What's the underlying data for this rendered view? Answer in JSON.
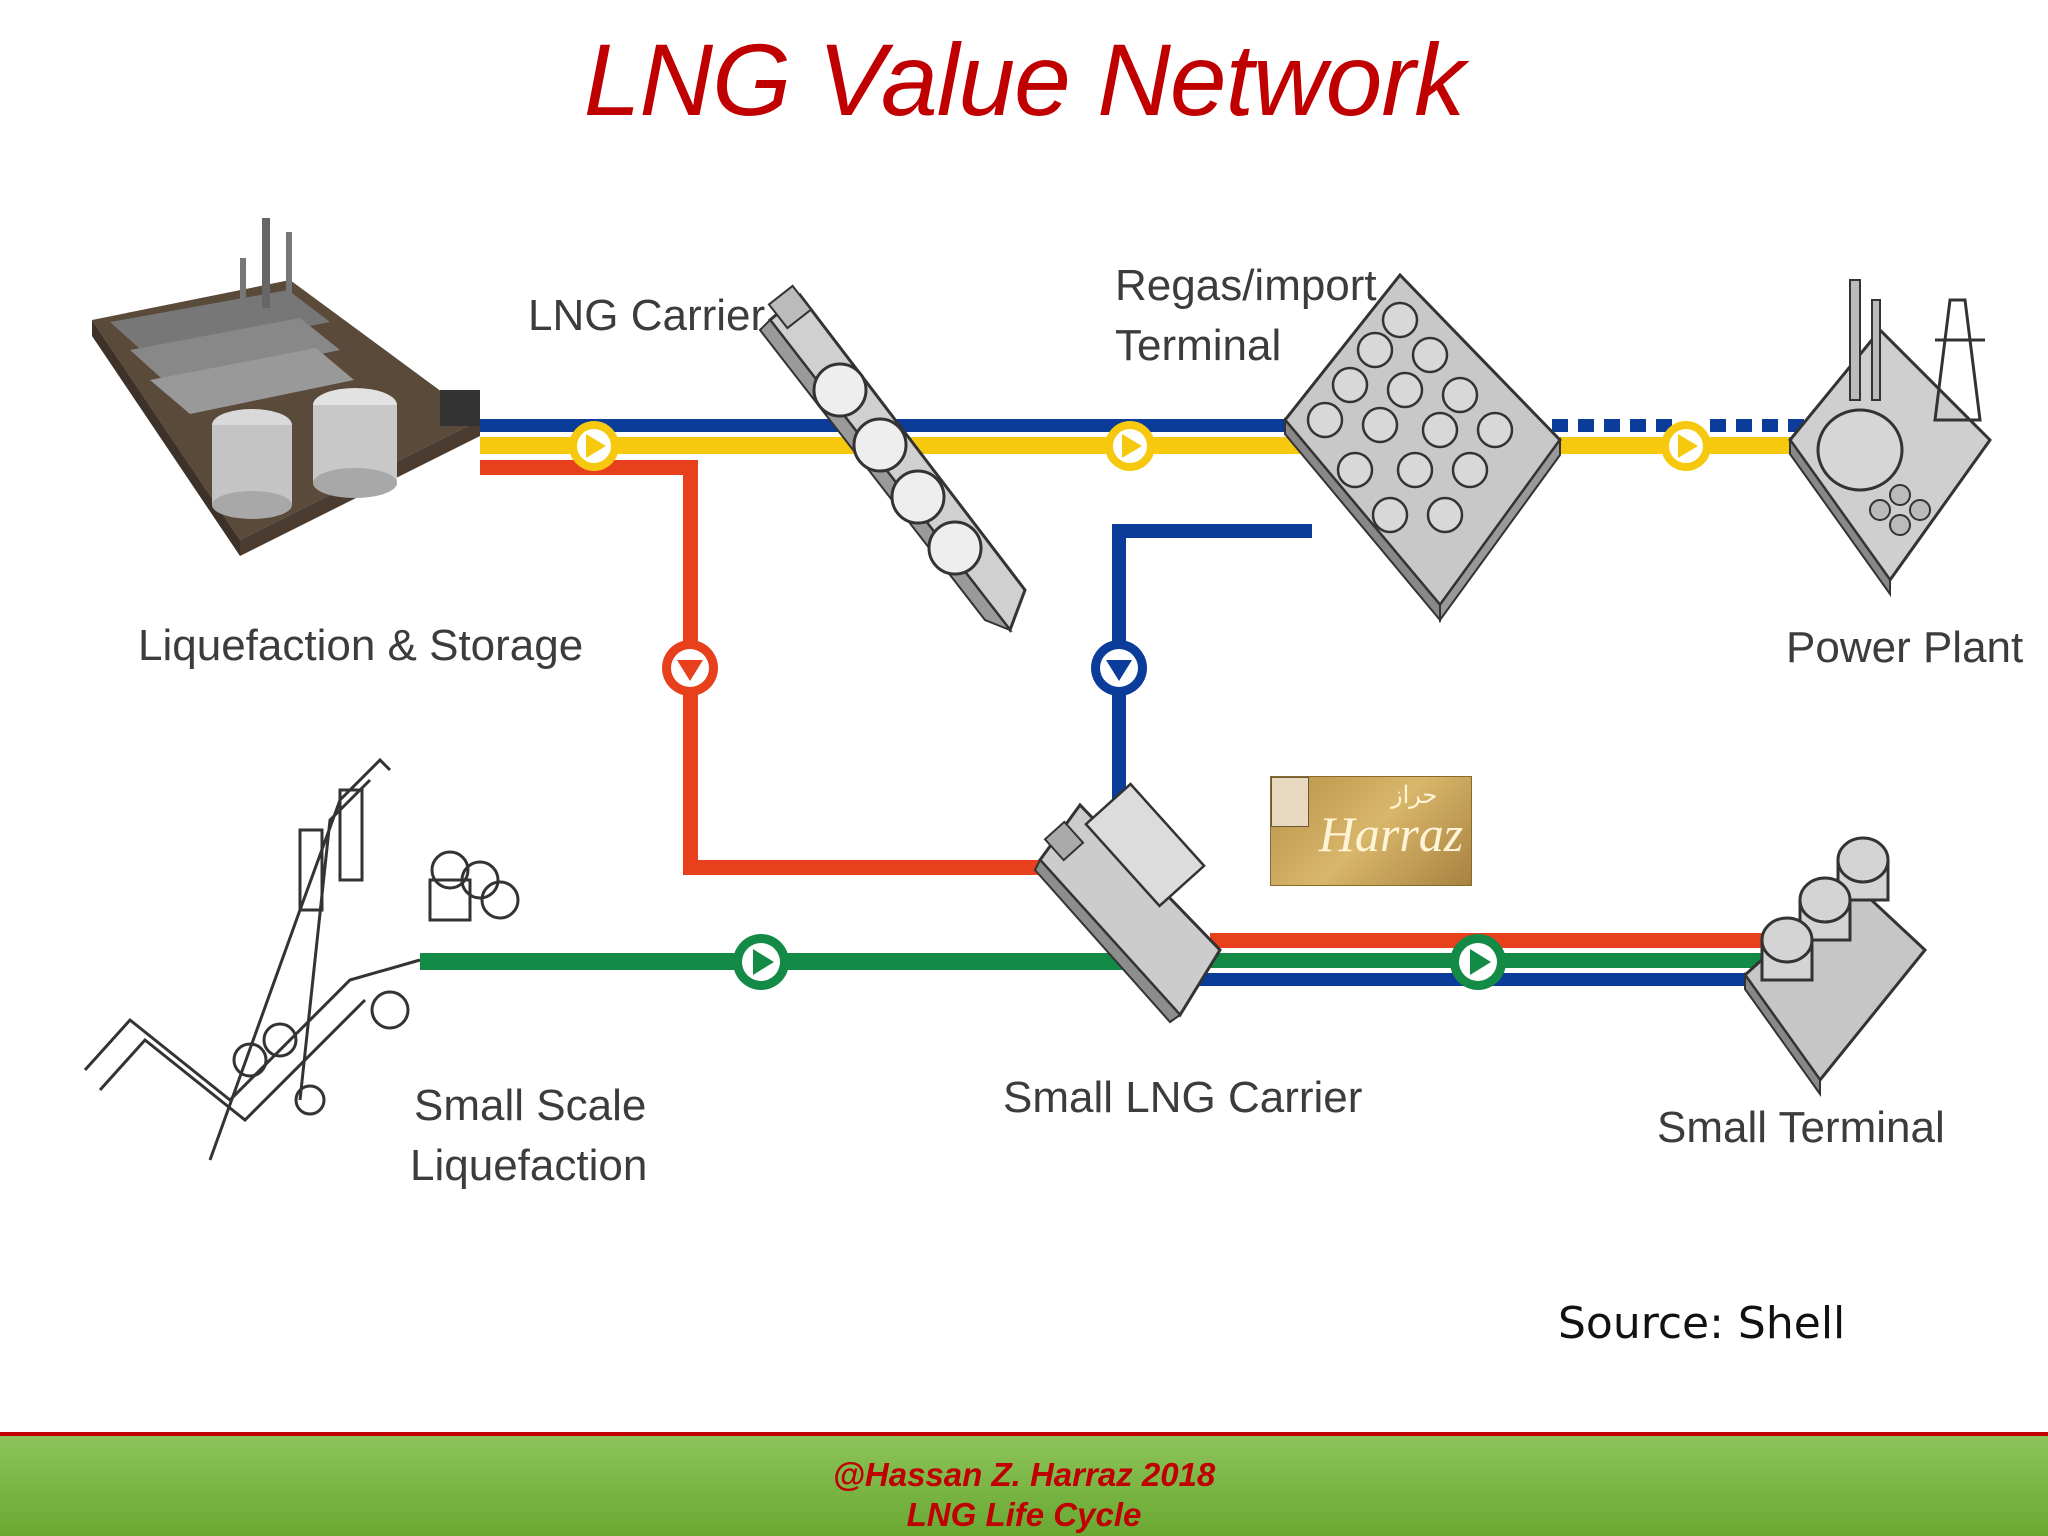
{
  "slide": {
    "title": "LNG Value Network",
    "source": "Source: Shell",
    "footer": {
      "line1": "@Hassan Z. Harraz 2018",
      "line2": "LNG Life Cycle"
    }
  },
  "diagram": {
    "nodes": {
      "liquefaction_storage": "Liquefaction & Storage",
      "lng_carrier": "LNG Carrier",
      "regas_line1": "Regas/import",
      "regas_line2": "Terminal",
      "power_plant": "Power Plant",
      "small_scale_line1": "Small Scale",
      "small_scale_line2": "Liquefaction",
      "small_lng_carrier": "Small LNG Carrier",
      "small_terminal": "Small Terminal"
    },
    "logo": {
      "text": "Harraz",
      "arabic": "حراز"
    },
    "colors": {
      "blue": "#0b3c9a",
      "yellow": "#f6c90e",
      "red": "#e8401c",
      "green": "#138a45",
      "title": "#c00000",
      "footer_green": "#7ab648"
    }
  }
}
